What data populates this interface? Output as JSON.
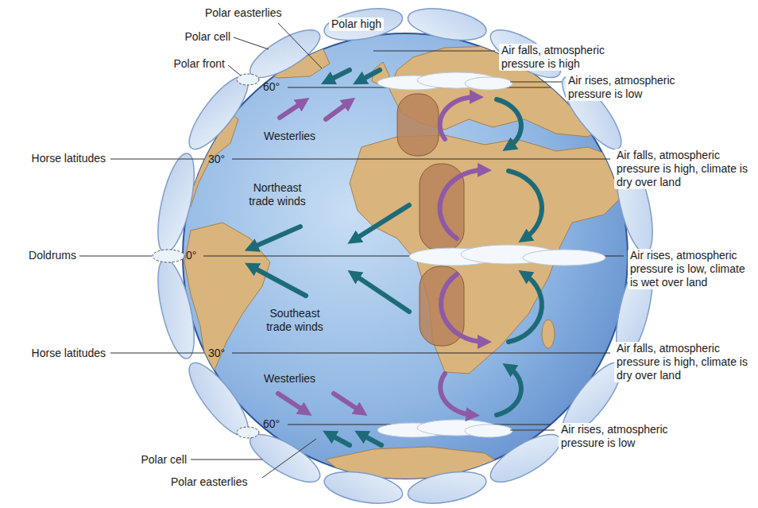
{
  "diagram": {
    "labels": [
      "Polar easterlies",
      "Polar high",
      "Polar cell",
      "Polar front",
      "Air falls, atmospheric pressure is high",
      "Air rises, atmospheric pressure is low",
      "60°",
      "Westerlies",
      "Horse latitudes",
      "30°",
      "Air falls, atmospheric pressure is high, climate is dry over land",
      "Northeast trade winds",
      "Doldrums",
      "0°",
      "Air rises, atmospheric pressure is low, climate is wet over land",
      "Southeast trade winds",
      "Horse latitudes",
      "30°",
      "Air falls, atmospheric pressure is high, climate is dry over land",
      "Westerlies",
      "60°",
      "Air rises, atmospheric pressure is low",
      "Polar cell",
      "Polar easterlies"
    ]
  }
}
